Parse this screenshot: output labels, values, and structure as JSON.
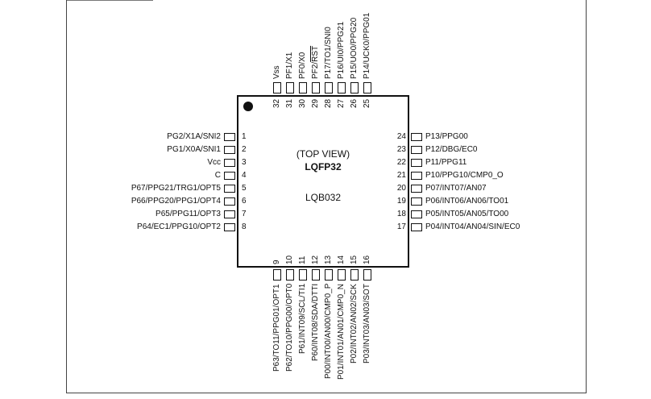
{
  "package": {
    "view": "(TOP VIEW)",
    "name": "LQFP32",
    "code": "LQB032"
  },
  "pins": {
    "left": [
      {
        "num": "1",
        "label": "PG2/X1A/SNI2"
      },
      {
        "num": "2",
        "label": "PG1/X0A/SNI1"
      },
      {
        "num": "3",
        "label": "Vcc"
      },
      {
        "num": "4",
        "label": "C"
      },
      {
        "num": "5",
        "label": "P67/PPG21/TRG1/OPT5"
      },
      {
        "num": "6",
        "label": "P66/PPG20/PPG1/OPT4"
      },
      {
        "num": "7",
        "label": "P65/PPG11/OPT3"
      },
      {
        "num": "8",
        "label": "P64/EC1/PPG10/OPT2"
      }
    ],
    "right": [
      {
        "num": "24",
        "label": "P13/PPG00"
      },
      {
        "num": "23",
        "label": "P12/DBG/EC0"
      },
      {
        "num": "22",
        "label": "P11/PPG11"
      },
      {
        "num": "21",
        "label": "P10/PPG10/CMP0_O"
      },
      {
        "num": "20",
        "label": "P07/INT07/AN07"
      },
      {
        "num": "19",
        "label": "P06/INT06/AN06/TO01"
      },
      {
        "num": "18",
        "label": "P05/INT05/AN05/TO00"
      },
      {
        "num": "17",
        "label": "P04/INT04/AN04/SIN/EC0"
      }
    ],
    "top": [
      {
        "num": "32",
        "label": "Vss"
      },
      {
        "num": "31",
        "label": "PF1/X1"
      },
      {
        "num": "30",
        "label": "PF0/X0"
      },
      {
        "num": "29",
        "label": "PF2/RST"
      },
      {
        "num": "28",
        "label": "P17/TO1/SNI0"
      },
      {
        "num": "27",
        "label": "P16/UI0/PPG21"
      },
      {
        "num": "26",
        "label": "P15/UO0/PPG20"
      },
      {
        "num": "25",
        "label": "P14/UCK0/PPG01"
      }
    ],
    "bottom": [
      {
        "num": "9",
        "label": "P63/TO11/PPG01/OPT1"
      },
      {
        "num": "10",
        "label": "P62/TO10/PPG00/OPT0"
      },
      {
        "num": "11",
        "label": "P61/INT09/SCL/TI1"
      },
      {
        "num": "12",
        "label": "P60/INT08/SDA/DTTI"
      },
      {
        "num": "13",
        "label": "P00/INT00/AN00/CMP0_P"
      },
      {
        "num": "14",
        "label": "P01/INT01/AN01/CMP0_N"
      },
      {
        "num": "15",
        "label": "P02/INT02/AN02/SCK"
      },
      {
        "num": "16",
        "label": "P03/INT03/AN03/SOT"
      }
    ]
  },
  "colors": {
    "outline": "#111111",
    "background": "#ffffff"
  }
}
